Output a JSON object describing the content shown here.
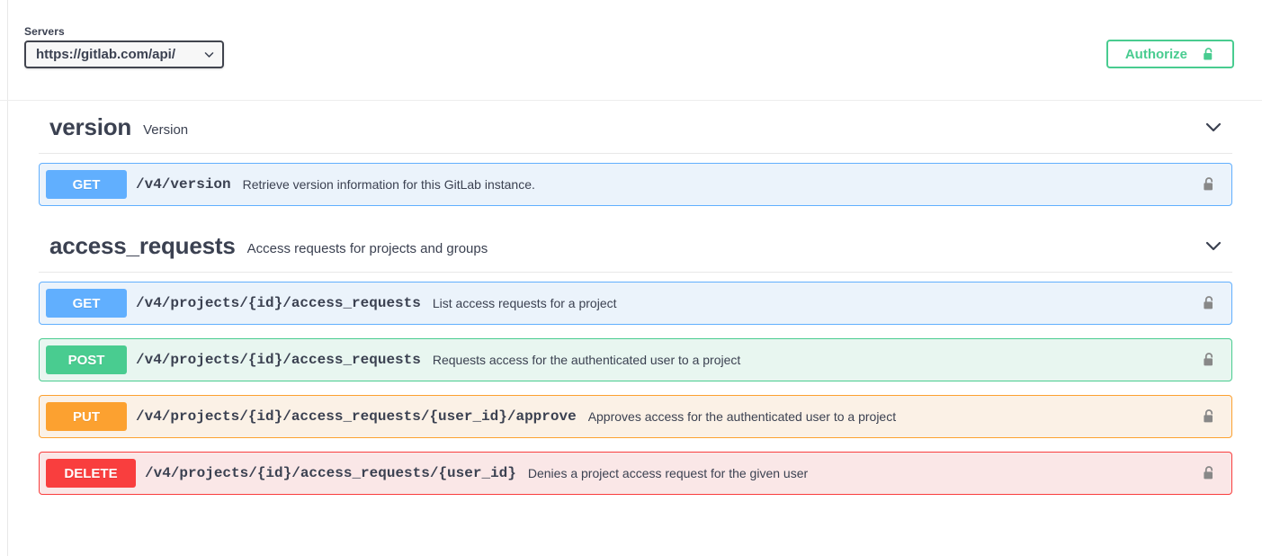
{
  "topbar": {
    "servers_label": "Servers",
    "server_value": "https://gitlab.com/api/",
    "server_dropdown_icon": "chevron-down-icon",
    "authorize_label": "Authorize",
    "authorize_icon": "lock-open-icon",
    "authorize_color": "#49cc90"
  },
  "colors": {
    "get": "#61affe",
    "post": "#49cc90",
    "put": "#fca130",
    "delete": "#f93e3e",
    "text": "#3b4151"
  },
  "tags": [
    {
      "name": "version",
      "description": "Version",
      "collapse_icon": "chevron-down-icon",
      "operations": [
        {
          "method": "GET",
          "style": "get",
          "path": "/v4/version",
          "summary": "Retrieve version information for this GitLab instance.",
          "lock_icon": "lock-open-icon"
        }
      ]
    },
    {
      "name": "access_requests",
      "description": "Access requests for projects and groups",
      "collapse_icon": "chevron-down-icon",
      "operations": [
        {
          "method": "GET",
          "style": "get",
          "path": "/v4/projects/{id}/access_requests",
          "summary": "List access requests for a project",
          "lock_icon": "lock-open-icon"
        },
        {
          "method": "POST",
          "style": "post",
          "path": "/v4/projects/{id}/access_requests",
          "summary": "Requests access for the authenticated user to a project",
          "lock_icon": "lock-open-icon"
        },
        {
          "method": "PUT",
          "style": "put",
          "path": "/v4/projects/{id}/access_requests/{user_id}/approve",
          "summary": "Approves access for the authenticated user to a project",
          "lock_icon": "lock-open-icon"
        },
        {
          "method": "DELETE",
          "style": "delete",
          "path": "/v4/projects/{id}/access_requests/{user_id}",
          "summary": "Denies a project access request for the given user",
          "lock_icon": "lock-open-icon"
        }
      ]
    }
  ]
}
